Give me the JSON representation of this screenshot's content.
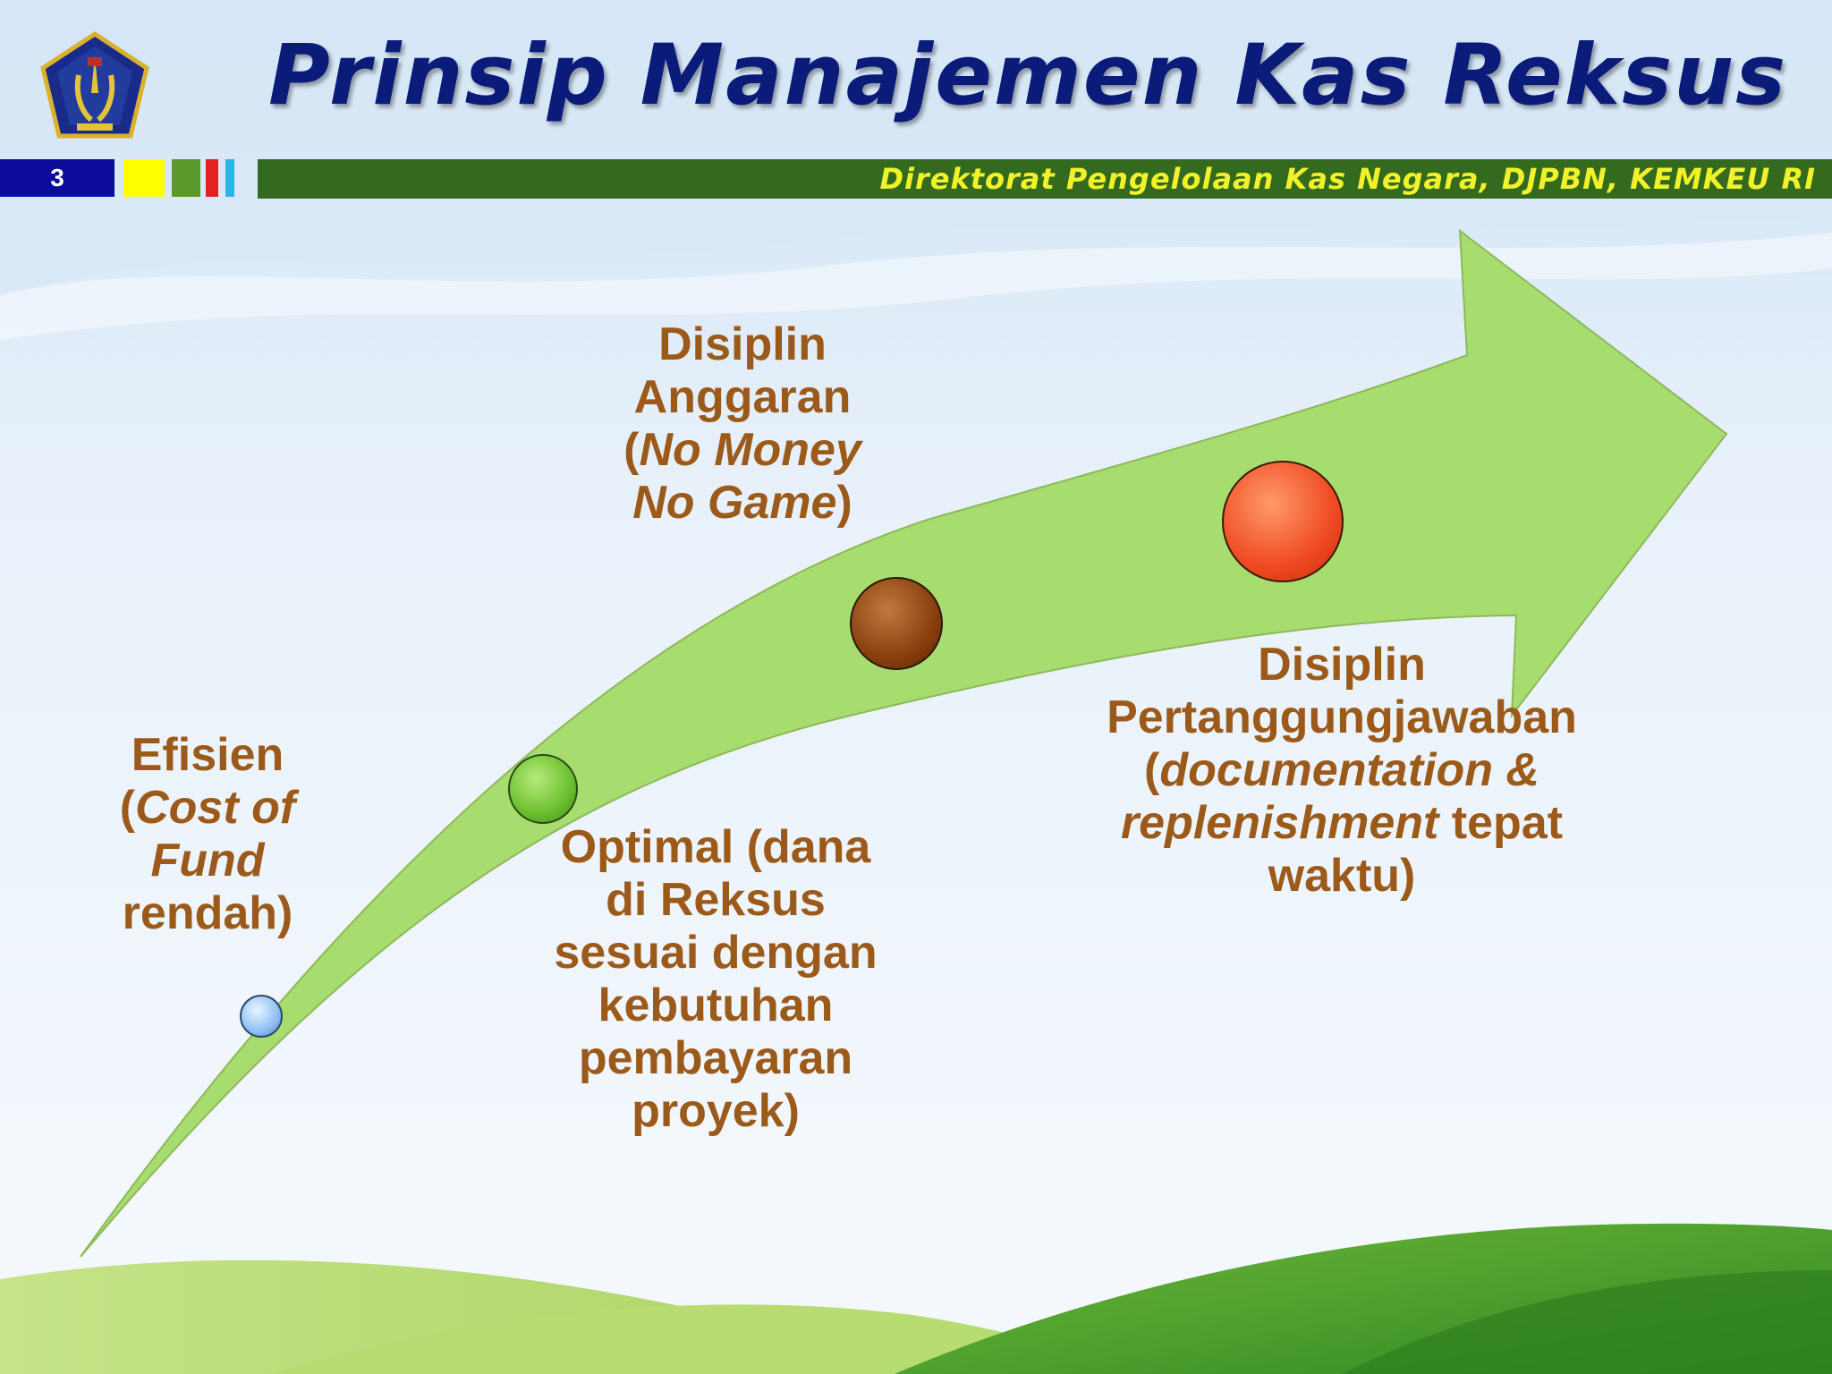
{
  "header": {
    "title": "Prinsip Manajemen Kas Reksus",
    "slide_number": "3",
    "footer": "Direktorat  Pengelolaan Kas Negara, DJPBN, KEMKEU RI"
  },
  "colors": {
    "title": "#0b1b7a",
    "label_text": "#9b5a1a",
    "arrow_fill": "#a6dd6e",
    "footer_bar": "#336a1e",
    "footer_text": "#f2f22a",
    "slide_number_bg": "#0c0c9c",
    "dot_blue": "#8fc0f2",
    "dot_green": "#6bbf2e",
    "dot_brown": "#8a3f0e",
    "dot_red": "#f04a22"
  },
  "diagram": {
    "steps": [
      {
        "dot_color": "blue",
        "lines": [
          [
            "Efisien"
          ],
          [
            "(",
            "*Cost of"
          ],
          [
            "*Fund"
          ],
          [
            "rendah)"
          ]
        ]
      },
      {
        "dot_color": "green",
        "lines": [
          [
            "Optimal (dana"
          ],
          [
            "di Reksus"
          ],
          [
            "sesuai dengan"
          ],
          [
            "kebutuhan"
          ],
          [
            "pembayaran"
          ],
          [
            "proyek)"
          ]
        ]
      },
      {
        "dot_color": "brown",
        "lines": [
          [
            "Disiplin"
          ],
          [
            "Anggaran"
          ],
          [
            "(",
            "*No Money"
          ],
          [
            "*No Game",
            ")"
          ]
        ]
      },
      {
        "dot_color": "red",
        "lines": [
          [
            "Disiplin"
          ],
          [
            "Pertanggungjawaban"
          ],
          [
            "(",
            "*documentation &"
          ],
          [
            "*replenishment",
            " tepat"
          ],
          [
            "waktu)"
          ]
        ]
      }
    ]
  }
}
